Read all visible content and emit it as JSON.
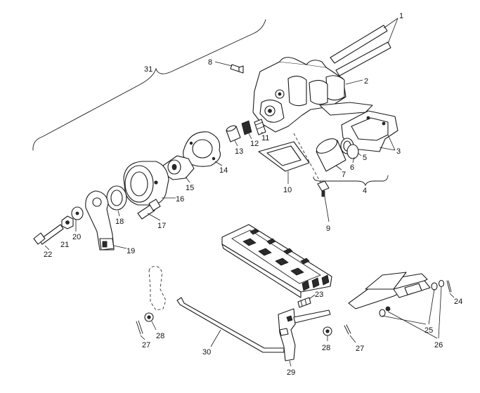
{
  "callouts": [
    {
      "id": "1",
      "label": "1"
    },
    {
      "id": "2",
      "label": "2"
    },
    {
      "id": "3",
      "label": "3"
    },
    {
      "id": "4",
      "label": "4"
    },
    {
      "id": "5",
      "label": "5"
    },
    {
      "id": "6",
      "label": "6"
    },
    {
      "id": "7",
      "label": "7"
    },
    {
      "id": "8",
      "label": "8"
    },
    {
      "id": "9",
      "label": "9"
    },
    {
      "id": "10",
      "label": "10"
    },
    {
      "id": "11",
      "label": "11"
    },
    {
      "id": "12",
      "label": "12"
    },
    {
      "id": "13",
      "label": "13"
    },
    {
      "id": "14",
      "label": "14"
    },
    {
      "id": "15",
      "label": "15"
    },
    {
      "id": "16",
      "label": "16"
    },
    {
      "id": "17",
      "label": "17"
    },
    {
      "id": "18",
      "label": "18"
    },
    {
      "id": "19",
      "label": "19"
    },
    {
      "id": "20",
      "label": "20"
    },
    {
      "id": "21",
      "label": "21"
    },
    {
      "id": "22",
      "label": "22"
    },
    {
      "id": "23",
      "label": "23"
    },
    {
      "id": "24",
      "label": "24"
    },
    {
      "id": "25",
      "label": "25"
    },
    {
      "id": "26",
      "label": "26"
    },
    {
      "id": "27a",
      "label": "27"
    },
    {
      "id": "27b",
      "label": "27"
    },
    {
      "id": "28a",
      "label": "28"
    },
    {
      "id": "28b",
      "label": "28"
    },
    {
      "id": "29",
      "label": "29"
    },
    {
      "id": "30",
      "label": "30"
    },
    {
      "id": "31",
      "label": "31"
    }
  ]
}
